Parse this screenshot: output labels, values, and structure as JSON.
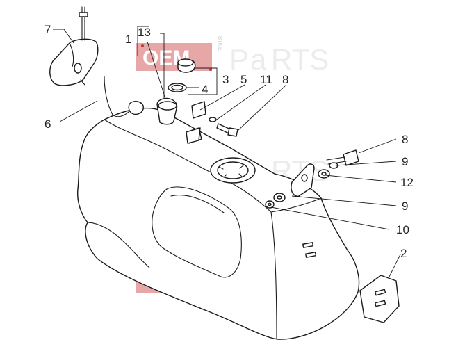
{
  "watermark": {
    "left": "OEM",
    "middle": "BIKE",
    "right_a": "P",
    "right_b": "a",
    "right_c": "RTS",
    "accent": "#e8a7a7"
  },
  "callouts": {
    "c7": "7",
    "c1": "1",
    "c13": "13",
    "c3": "3",
    "c4": "4",
    "c5": "5",
    "c11": "11",
    "c8a": "8",
    "c6": "6",
    "c8b": "8",
    "c9a": "9",
    "c12": "12",
    "c9b": "9",
    "c10": "10",
    "c2": "2"
  },
  "icons": [
    "fuel-tank",
    "filler-cap",
    "cap-gasket",
    "fuel-gauge-sender",
    "fuel-pump-ring",
    "bracket",
    "bolt",
    "washer",
    "rubber-pad",
    "hose"
  ]
}
